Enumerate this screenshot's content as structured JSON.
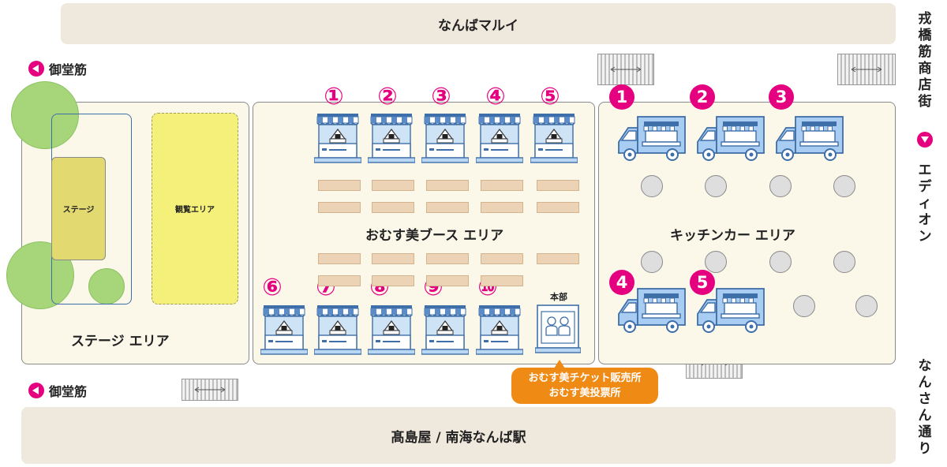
{
  "roads": {
    "top": "なんばマルイ",
    "bottom": "髙島屋 / 南海なんば駅",
    "left_top": "御堂筋",
    "left_bottom": "御堂筋",
    "right_top": "戎橋筋商店街",
    "right_mid": "エディオン",
    "right_bottom": "なんさん通り"
  },
  "stage_area": {
    "name": "ステージ エリア",
    "stage_label": "ステージ",
    "viewing_label": "観覧エリア"
  },
  "booth_area": {
    "name": "おむす美ブース エリア",
    "top_numbers": [
      "①",
      "②",
      "③",
      "④",
      "⑤"
    ],
    "bottom_numbers": [
      "⑥",
      "⑦",
      "⑧",
      "⑨",
      "⑩"
    ],
    "hq_label": "本部",
    "ticket_line1": "おむす美チケット販売所",
    "ticket_line2": "おむす美投票所"
  },
  "kitchen_area": {
    "name": "キッチンカー エリア",
    "truck_numbers": [
      "1",
      "2",
      "3",
      "4",
      "5"
    ]
  },
  "colors": {
    "accent": "#e4007f",
    "ticket": "#ef8a14",
    "stage": "#e2da70",
    "viewing": "#f4f07a",
    "booth": "#b9d7f2",
    "truck": "#a9cdf2"
  }
}
